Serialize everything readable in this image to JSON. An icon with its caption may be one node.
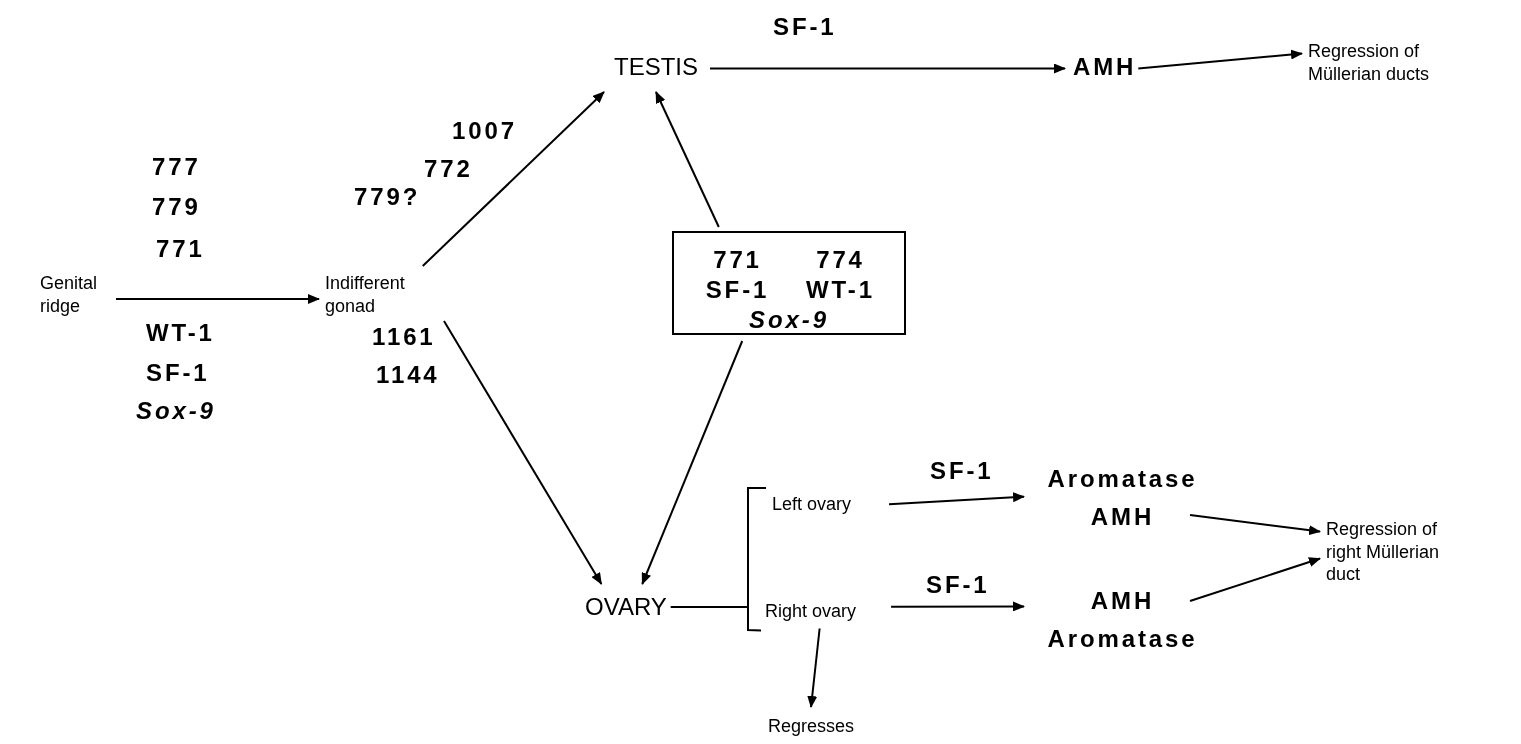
{
  "diagram": {
    "nodes": [
      {
        "text": [
          "Genital ridge"
        ]
      },
      {
        "text": [
          "Indifferent gonad"
        ]
      },
      {
        "text": [
          "TESTIS"
        ]
      },
      {
        "text": [
          "AMH"
        ]
      },
      {
        "text": [
          "Regression of Müllerian ducts"
        ]
      },
      {
        "text": [
          "771",
          "774",
          "SF-1",
          "WT-1",
          "Sox-9"
        ]
      },
      {
        "text": [
          "OVARY"
        ]
      },
      {
        "text": [
          "Left ovary"
        ]
      },
      {
        "text": [
          "Right ovary"
        ]
      },
      {
        "text": [
          "Aromatase",
          "AMH"
        ]
      },
      {
        "text": [
          "AMH",
          "Aromatase"
        ]
      },
      {
        "text": [
          "Regression of right Müllerian duct"
        ]
      },
      {
        "text": [
          "Regresses"
        ]
      }
    ],
    "edges": [
      {
        "from": 0,
        "to": 1,
        "arrow": "to"
      },
      {
        "from": 1,
        "to": 2,
        "arrow": "to"
      },
      {
        "from": 1,
        "to": 6,
        "arrow": "to"
      },
      {
        "from": 5,
        "to": 2,
        "arrow": "to"
      },
      {
        "from": 5,
        "to": 6,
        "arrow": "to"
      },
      {
        "from": 2,
        "to": 3,
        "arrow": "to",
        "label": "SF-1"
      },
      {
        "from": 3,
        "to": 4,
        "arrow": "to"
      },
      {
        "from": 6,
        "to": 7,
        "arrow": "none"
      },
      {
        "from": 6,
        "to": 8,
        "arrow": "none"
      },
      {
        "from": 7,
        "to": 9,
        "arrow": "to",
        "label": "SF-1"
      },
      {
        "from": 8,
        "to": 10,
        "arrow": "to",
        "label": "SF-1"
      },
      {
        "from": 9,
        "to": 11,
        "arrow": "to"
      },
      {
        "from": 10,
        "to": 11,
        "arrow": "to"
      },
      {
        "from": 8,
        "to": 12,
        "arrow": "to"
      }
    ],
    "labels": [
      "777",
      "779",
      "771",
      "WT-1",
      "SF-1",
      "Sox-9",
      "1007",
      "772",
      "779?",
      "1161",
      "1144"
    ]
  }
}
